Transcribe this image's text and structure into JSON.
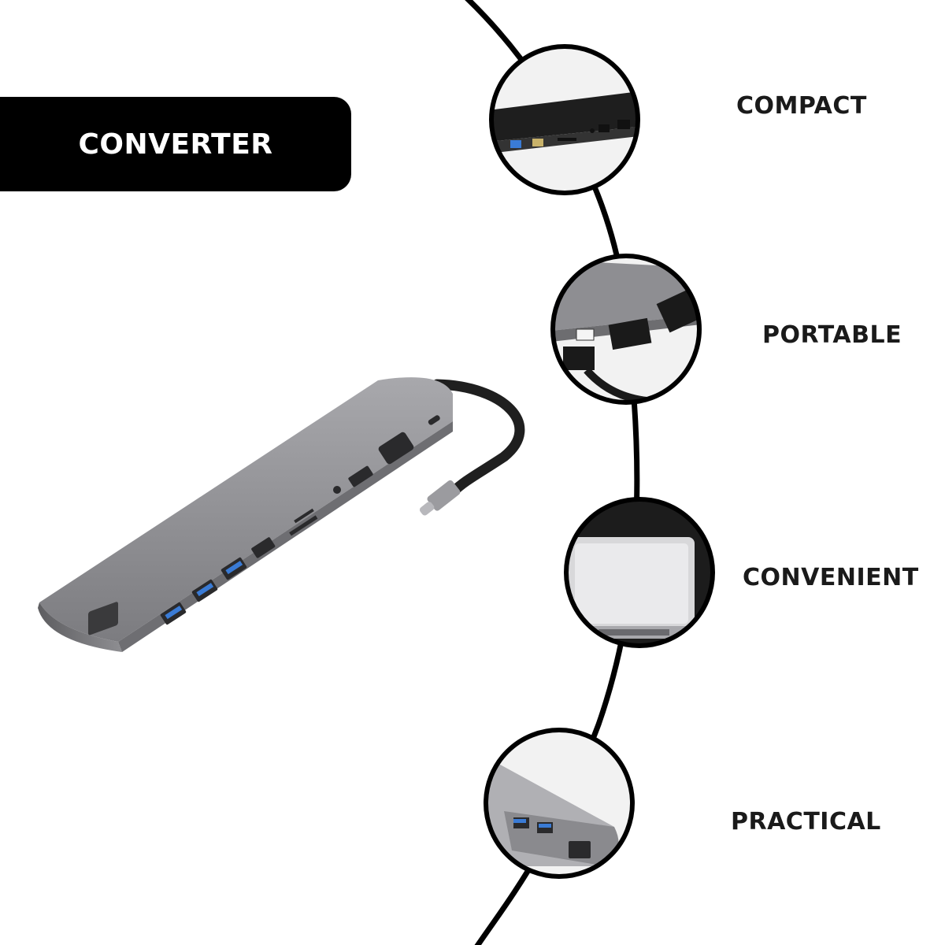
{
  "banner": {
    "title": "CONVERTER"
  },
  "features": [
    {
      "label": "COMPACT"
    },
    {
      "label": "PORTABLE"
    },
    {
      "label": "CONVENIENT"
    },
    {
      "label": "PRACTICAL"
    }
  ],
  "colors": {
    "banner_bg": "#000000",
    "banner_text": "#ffffff",
    "device_body": "#8a8a8e",
    "device_top": "#a3a3a7",
    "usb3_port": "#3a7bd5",
    "cable": "#1f1f1f",
    "connector": "#9b9b9f",
    "curve_line": "#000000"
  }
}
